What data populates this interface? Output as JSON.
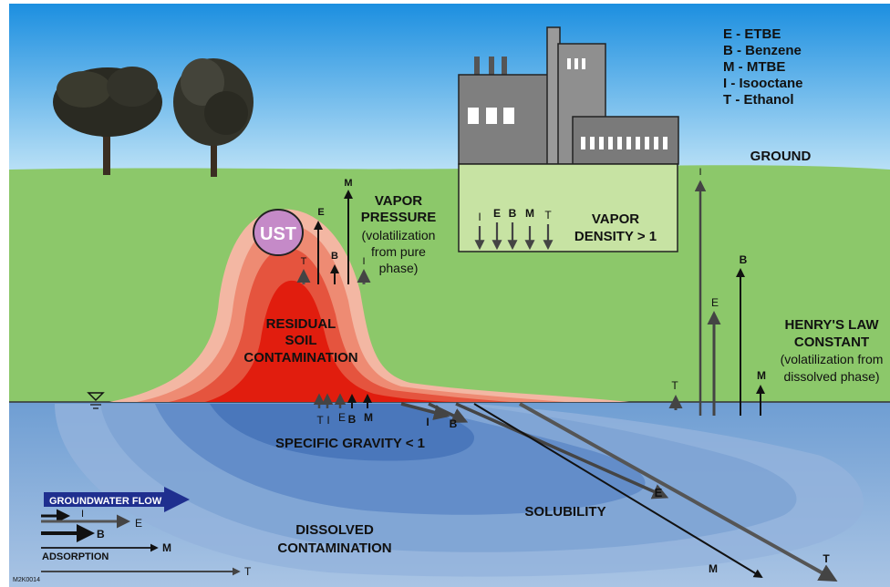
{
  "legend": {
    "e": "E - ETBE",
    "b": "B - Benzene",
    "m": "M - MTBE",
    "i": "I - Isooctane",
    "t": "T - Ethanol"
  },
  "labels": {
    "ground": "GROUND",
    "ust": "UST",
    "vapor_pressure_1": "VAPOR",
    "vapor_pressure_2": "PRESSURE",
    "vapor_pressure_3": "(volatilization",
    "vapor_pressure_4": "from pure",
    "vapor_pressure_5": "phase)",
    "vapor_density_1": "VAPOR",
    "vapor_density_2": "DENSITY > 1",
    "residual_1": "RESIDUAL",
    "residual_2": "SOIL",
    "residual_3": "CONTAMINATION",
    "henry_1": "HENRY'S LAW",
    "henry_2": "CONSTANT",
    "henry_3": "(volatilization from",
    "henry_4": "dissolved phase)",
    "specific_gravity": "SPECIFIC GRAVITY < 1",
    "solubility": "SOLUBILITY",
    "dissolved_1": "DISSOLVED",
    "dissolved_2": "CONTAMINATION",
    "groundwater_flow": "GROUNDWATER FLOW",
    "adsorption": "ADSORPTION",
    "code": "M2K0014"
  },
  "letters": {
    "e": "E",
    "b": "B",
    "m": "M",
    "i": "I",
    "t": "T"
  },
  "colors": {
    "sky": "#2fa3e6",
    "ground": "#8cc86a",
    "water": "#7aa6d6",
    "plume_red": "#e11d0e",
    "ust_fill": "#c58ac8",
    "building": "#8a8a8a",
    "flow_arrow": "#1f2f8f"
  }
}
